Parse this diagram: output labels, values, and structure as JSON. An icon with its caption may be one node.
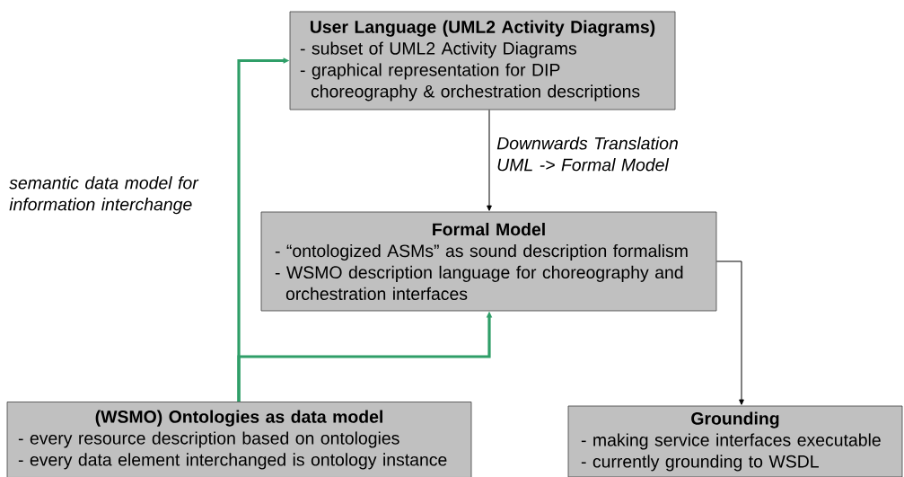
{
  "diagram": {
    "nodes": [
      {
        "text": [
          "User Language (UML2 Activity Diagrams)",
          "- subset of UML2 Activity Diagrams",
          "- graphical representation for DIP choreography & orchestration descriptions"
        ]
      },
      {
        "text": [
          "Formal Model",
          "- “ontologized ASMs” as sound description formalism",
          "- WSMO description language for choreography and orchestration interfaces"
        ]
      },
      {
        "text": [
          "(WSMO) Ontologies as data model",
          "- every resource description based on ontologies",
          "- every data element interchanged is ontology instance"
        ]
      },
      {
        "text": [
          "Grounding",
          "- making service interfaces executable",
          "- currently grounding to WSDL"
        ]
      }
    ],
    "edges": [
      {
        "from": 0,
        "to": 1,
        "arrow": "to",
        "label": "Downwards Translation UML -> Formal Model"
      },
      {
        "from": 2,
        "to": 0,
        "arrow": "to",
        "style": "thick",
        "color": "#2f9e68"
      },
      {
        "from": 2,
        "to": 1,
        "arrow": "to",
        "style": "thick",
        "color": "#2f9e68"
      },
      {
        "from": 1,
        "to": 3,
        "arrow": "to"
      }
    ],
    "labels": [
      "semantic data model for information interchange"
    ]
  }
}
